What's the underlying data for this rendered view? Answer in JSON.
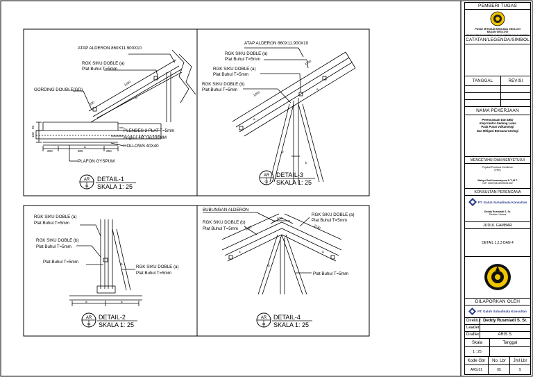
{
  "title_block": {
    "pemberi_tugas": "PEMBERI TUGAS",
    "agency_line1": "PUSAT MITIGASI BENCANA GEOLOGI",
    "agency_line2": "BADAN GEOLOGI",
    "agency_line3": "KEMENTERIAN ENERGI DAN SUMBER DAYA MINERAL",
    "catatan": "CATATAN/LEGENDA/SIMBOL",
    "tanggal": "TANGGAL",
    "revisi": "REVISI",
    "nama_pekerjaan": "NAMA PEKERJAAN",
    "project_lines": [
      "Perencanaan Dan DED",
      "Atap Kantor Gedung Lama",
      "Pada Pusat Vulkanologi",
      "Dan Mitigasi Bencana Geologi"
    ],
    "mengetahui": "MENGETAHUI DAN MENYETUJUI",
    "ppk_lines": [
      "Pejabat Pembuat Komitmen",
      "(PKK)"
    ],
    "ppk_name": "Wahyu Dwi Kusumayuna S.T.,M.T.",
    "ppk_nip": "NIP. 198702102009031002",
    "konsultan": "KONSULTAN PERENCANA",
    "company": "PT. Galuh Suhadinata Konsultan",
    "director_name": "Deddy Rusmiadi S. Sr.",
    "director_title": "Direktur Utama",
    "judul": "JUDUL GAMBAR",
    "judul_value": "DETAIL 1,2,3 DAN 4",
    "dilaporkan": "DILAPORKAN OLEH",
    "company2": "PT. Galuh Suhadinata Konsultan",
    "roles": [
      {
        "label": "Direktur",
        "value": "Deddy Rusmiadi S. Sr."
      },
      {
        "label": "Leader",
        "value": ""
      },
      {
        "label": "Drafter",
        "value": "ARIS S."
      }
    ],
    "skala_label": "Skala",
    "tanggal_label": "Tanggal",
    "skala_value": "1 : 25",
    "kode_label": "Kode Gbr",
    "no_label": "No. Lbr",
    "jml_label": "Jml Lbr",
    "kode_value": "ARS.01",
    "no_value": "05",
    "jml_value": "5"
  },
  "details": [
    {
      "title": "DETAIL-1",
      "scale": "SKALA 1: 25",
      "badge_top": "AR",
      "badge_bottom": "01"
    },
    {
      "title": "DETAIL-3",
      "scale": "SKALA 1: 25",
      "badge_top": "AR",
      "badge_bottom": "01"
    },
    {
      "title": "DETAIL-2",
      "scale": "SKALA 1: 25",
      "badge_top": "AR",
      "badge_bottom": "01"
    },
    {
      "title": "DETAIL-4",
      "scale": "SKALA 1: 25",
      "badge_top": "AR",
      "badge_bottom": "01"
    }
  ],
  "labels": {
    "atap": "ATAP ALDERON 860X11.900X10",
    "rgk_a": "RGK SIKU DOBLE (a)",
    "rgk_b": "RGK SIKU DOBLE (b)",
    "rgk": "RGK SIKU DOBLE",
    "plat": "Plat Buhul T=5mm",
    "gording": "GORDING DOUBLE(GD)",
    "plendes": "PLENDES 2 PLAT T=5mm",
    "angkur": "Angkur 4Ø 16x300MM",
    "hollows": "HOLLOWS 40X40",
    "plafon": "PLAFON GYSPUM",
    "bubungan": "BUBUNGAN ALDERON"
  },
  "dims": {
    "d1200": "1200",
    "d200": "200",
    "d800": "800",
    "d250": "250",
    "d100": "100",
    "d50": "50",
    "d400": "400",
    "d1130": "1130",
    "member_a": "a",
    "member_b": "b"
  }
}
